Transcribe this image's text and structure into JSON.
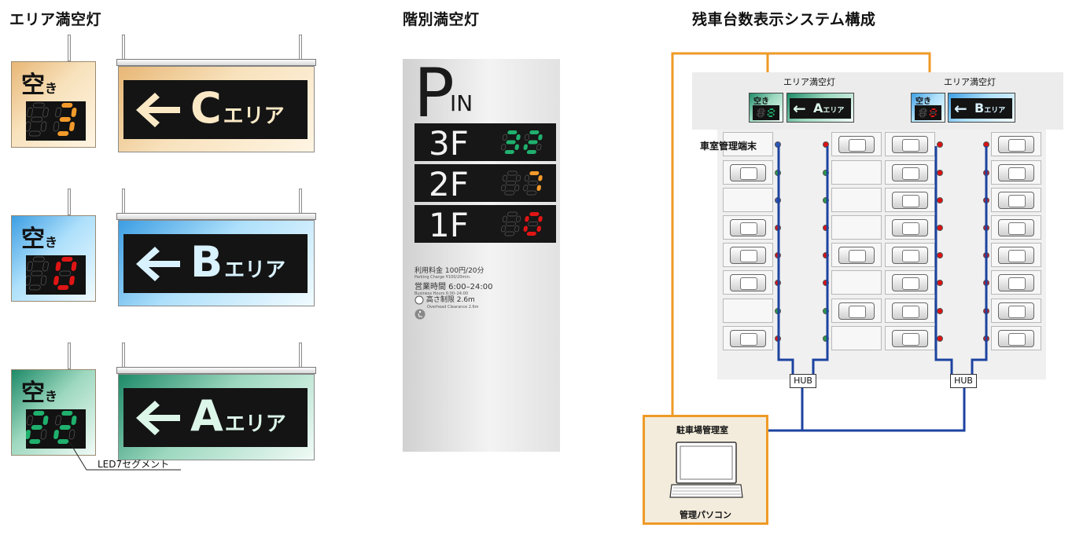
{
  "headings": {
    "area": "エリア満空灯",
    "floor": "階別満空灯",
    "system": "残車台数表示システム構成"
  },
  "area_signs": [
    {
      "vacancy_label": "空",
      "vacancy_small": "き",
      "count": "3",
      "digit_color": "#f39a2b",
      "letter": "C",
      "area_suffix": "エリア"
    },
    {
      "vacancy_label": "空",
      "vacancy_small": "き",
      "count": "0",
      "digit_color": "#e01515",
      "letter": "B",
      "area_suffix": "エリア"
    },
    {
      "vacancy_label": "空",
      "vacancy_small": "き",
      "count": "22",
      "digit_color": "#1fb06d",
      "letter": "A",
      "area_suffix": "エリア"
    }
  ],
  "led_callout": "LED7セグメント",
  "floor_sign": {
    "big_letter": "P",
    "in_label": "IN",
    "floors": [
      {
        "floor": "3F",
        "count": "32",
        "color": "#1fb06d"
      },
      {
        "floor": "2F",
        "count": "7",
        "color": "#f39a2b"
      },
      {
        "floor": "1F",
        "count": "0",
        "color": "#e01515"
      }
    ],
    "fee_label": "利用料金 100円/20分",
    "fee_sub": "Parking Charge ¥100/20min.",
    "hours_label": "営業時間 6:00–24:00",
    "hours_sub": "Business Hours 6:00–24:00",
    "height_label": "高さ制限 2.6m",
    "height_sub": "Overhead Clearance 2.6m",
    "height_icon_text": "2.6"
  },
  "system": {
    "sign_a_title": "エリア満空灯",
    "sign_b_title": "エリア満空灯",
    "mini_vacancy": "空き",
    "sign_a_letter": "A",
    "sign_b_letter": "B",
    "mini_suffix": "エリア",
    "mini_a_count": "8",
    "mini_b_count": "0",
    "terminal_label": "車室管理端末",
    "hub_label": "HUB",
    "room_title": "駐車場管理室",
    "pc_label": "管理パソコン",
    "colors": {
      "orange_line": "#ef9a26",
      "blue_line": "#1d43a0"
    }
  }
}
